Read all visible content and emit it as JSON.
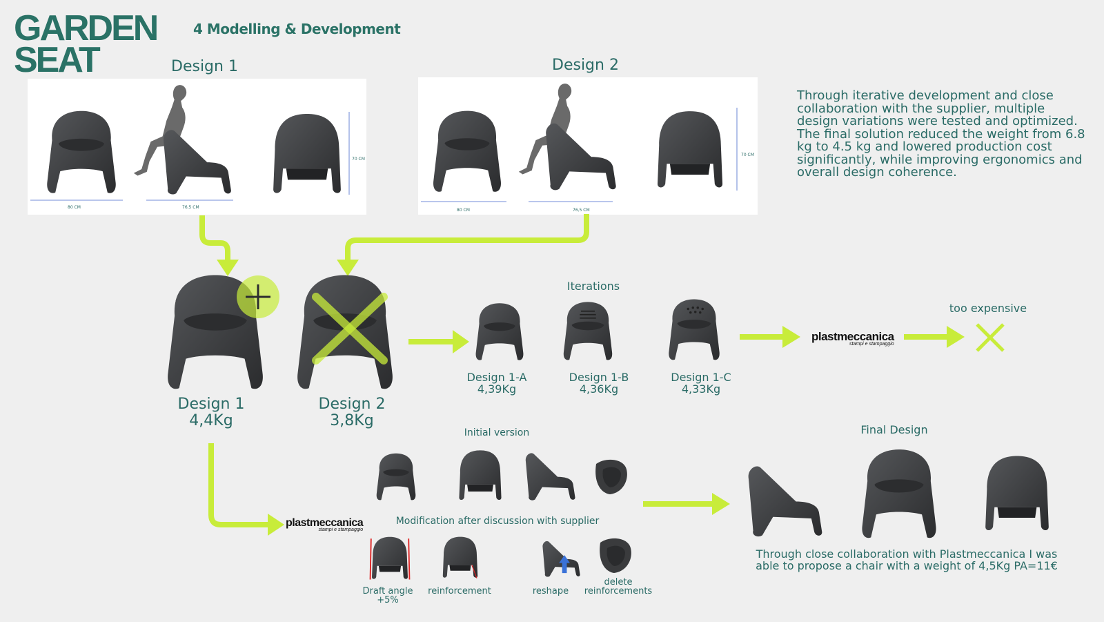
{
  "logo": {
    "line1": "GARDEN",
    "line2": "SEAT"
  },
  "section_title": "4 Modelling & Development",
  "headings": {
    "design1": "Design 1",
    "design2": "Design 2"
  },
  "dimensions": {
    "d1_width": "80 CM",
    "d1_depth": "76,5 CM",
    "d1_height": "70 CM",
    "d2_width": "80 CM",
    "d2_depth": "76,5 CM",
    "d2_height": "70 CM"
  },
  "intro_text": "Through iterative development and close collaboration with the supplier, multiple design variations were tested and optimized. The final solution reduced the weight from 6.8 kg to 4.5 kg and lowered production cost significantly, while improving ergonomics and overall design coherence.",
  "compare": {
    "design1_name": "Design 1",
    "design1_weight": "4,4Kg",
    "design2_name": "Design 2",
    "design2_weight": "3,8Kg"
  },
  "iterations": {
    "title": "Iterations",
    "items": [
      {
        "name": "Design 1-A",
        "weight": "4,39Kg"
      },
      {
        "name": "Design 1-B",
        "weight": "4,36Kg"
      },
      {
        "name": "Design 1-C",
        "weight": "4,33Kg"
      }
    ],
    "too_expensive": "too expensive"
  },
  "supplier": {
    "name": "plastmeccanica",
    "tagline": "stampi e stampaggio"
  },
  "initial_version": "Initial version",
  "modification": {
    "title": "Modification after discussion with supplier",
    "items": [
      "Draft angle +5%",
      "reinforcement",
      "reshape",
      "delete\nreinforcements"
    ]
  },
  "final": {
    "title": "Final Design",
    "caption": "Through close collaboration with Plastmeccanica I was able to propose a chair with a weight of 4,5Kg PA=11€"
  },
  "colors": {
    "accent": "#c8ec3a",
    "chair": "#3a3b3d",
    "text": "#2a6b66"
  }
}
